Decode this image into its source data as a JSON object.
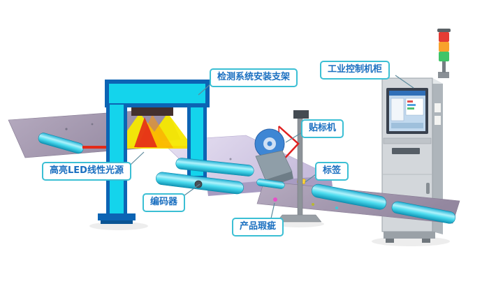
{
  "figure": {
    "labels": {
      "bracket": "检测系统安装支架",
      "cabinet": "工业控制机柜",
      "labeler": "贴标机",
      "tag": "标签",
      "light": "高亮LED线性光源",
      "encoder": "编码器",
      "defect": "产品瑕疵"
    },
    "colors": {
      "label_border": "#3bbfd4",
      "label_text": "#1a6fc0",
      "frame_blue": "#0c64b4",
      "frame_cyan": "#14d4ec",
      "beam_yellow": "#f7e900",
      "laser_red": "#e42a18",
      "belt_lavender": "#d9d1e7",
      "sheet_mauve": "#a89cb2",
      "roller_cyan": "#46d6e6",
      "cabinet_gray": "#d3d7db",
      "tower_red": "#e43c34",
      "tower_amber": "#f8a22c",
      "tower_green": "#3fc468",
      "defect_magenta": "#e84ec8",
      "sticker_yellow": "#ffd43a"
    }
  }
}
